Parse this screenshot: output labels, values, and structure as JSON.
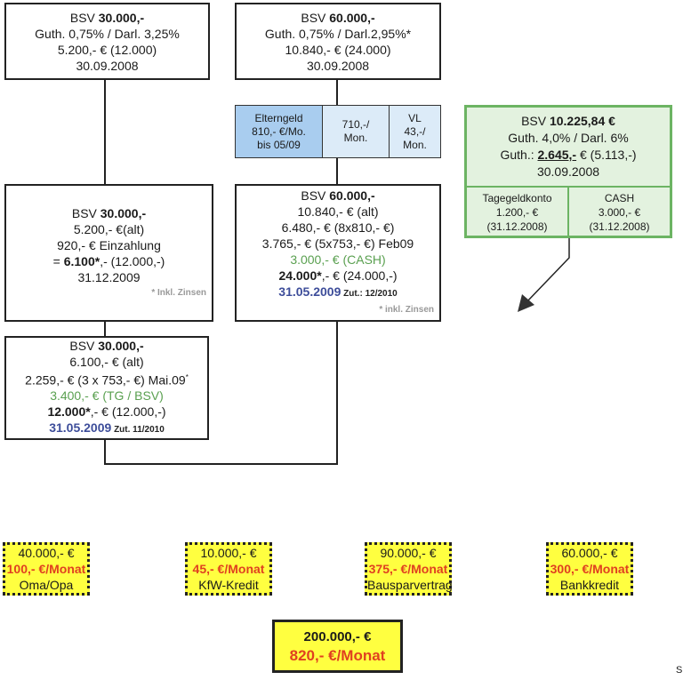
{
  "box_a": {
    "label": "BSV ",
    "amount": "30.000,-",
    "rates": "Guth. 0,75% / Darl. 3,25%",
    "balance": "5.200,- € (12.000)",
    "date": "30.09.2008"
  },
  "box_b": {
    "label": "BSV ",
    "amount": "60.000,-",
    "rates": "Guth. 0,75% / Darl.2,95%*",
    "balance": "10.840,- € (24.000)",
    "date": "30.09.2008"
  },
  "strip": [
    {
      "lines": [
        "Elterngeld",
        "810,- €/Mo.",
        "bis 05/09"
      ],
      "color": "#a9cdef"
    },
    {
      "lines": [
        "710,-/",
        "Mon."
      ],
      "color": "#dcebf8"
    },
    {
      "lines": [
        "VL",
        "43,-/",
        "Mon."
      ],
      "color": "#dcebf8"
    }
  ],
  "box_c": {
    "label": "BSV ",
    "amount": "30.000,-",
    "old": "5.200,- €(alt)",
    "deposit": "920,- € Einzahlung",
    "total_prefix": "= ",
    "total": "6.100*",
    "total_suffix": ",- (12.000,-)",
    "date": "31.12.2009",
    "note": "* Inkl. Zinsen"
  },
  "box_d": {
    "label": "BSV ",
    "amount": "60.000,-",
    "old": "10.840,- € (alt)",
    "line1": "6.480,- € (8x810,- €)",
    "line2": "3.765,- € (5x753,- €) Feb09",
    "cash": "3.000,- € (CASH)",
    "total": "24.000*",
    "total_suffix": ",- € (24.000,-)",
    "date": "31.05.2009",
    "zut": " Zut.: 12/2010",
    "note": "* inkl. Zinsen"
  },
  "box_e": {
    "label": "BSV ",
    "amount": "30.000,-",
    "old": "6.100,- € (alt)",
    "line1": "2.259,- € (3 x 753,- €) Mai.09",
    "sup": "*",
    "tg": "3.400,- € (TG / BSV)",
    "total": "12.000*",
    "total_suffix": ",- € (12.000,-)",
    "date": "31.05.2009",
    "zut": " Zut. 11/2010"
  },
  "green_box": {
    "label": "BSV ",
    "amount": "10.225,84 €",
    "rates": "Guth. 4,0% / Darl. 6%",
    "guth_prefix": "Guth.: ",
    "guth": "2.645,-",
    "guth_suffix": " € (5.113,-)",
    "date": "30.09.2008",
    "cells": [
      {
        "lines": [
          "Tagegeldkonto",
          "1.200,- €",
          "(31.12.2008)"
        ]
      },
      {
        "lines": [
          "CASH",
          "3.000,- €",
          "(31.12.2008)"
        ]
      }
    ]
  },
  "financing": [
    {
      "amount": "40.000,- €",
      "monthly": "100,- €/Monat",
      "source": "Oma/Opa"
    },
    {
      "amount": "10.000,- €",
      "monthly": "45,- €/Monat",
      "source": "KfW-Kredit"
    },
    {
      "amount": "90.000,- €",
      "monthly": "375,- €/Monat",
      "source": "Bausparvertrag"
    },
    {
      "amount": "60.000,- €",
      "monthly": "300,- €/Monat",
      "source": "Bankkredit"
    }
  ],
  "total": {
    "amount": "200.000,- €",
    "monthly": "820,- €/Monat"
  },
  "corner": "S",
  "colors": {
    "green_fill": "#e3f2df",
    "green_border": "#6cb463",
    "yellow": "#ffff40",
    "red": "#e04020",
    "date_blue": "#3d4d9a"
  }
}
